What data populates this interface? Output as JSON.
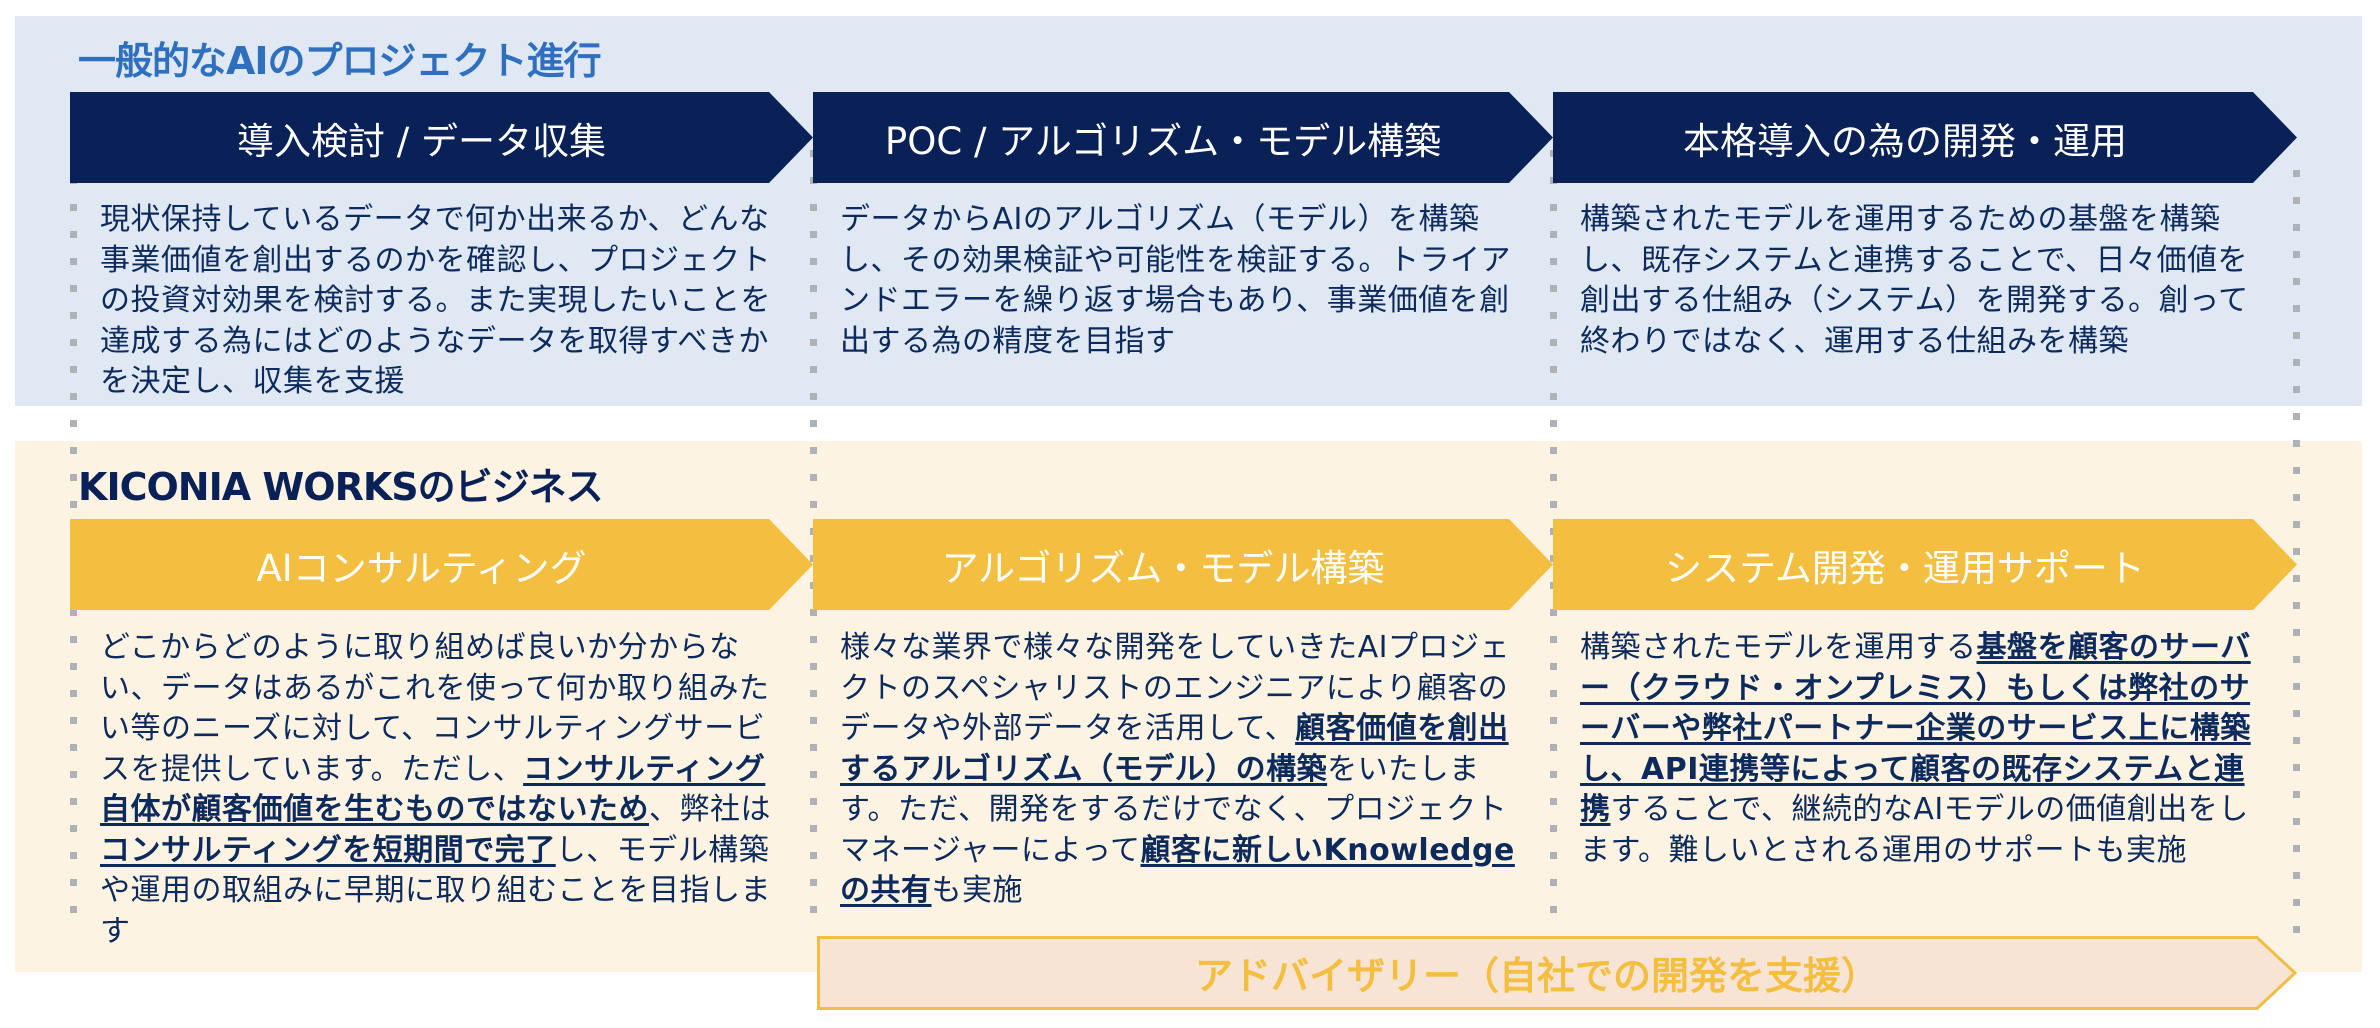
{
  "colors": {
    "navy": "#0a2158",
    "title_blue": "#2f6fbf",
    "band_blue": "#dfe8f3",
    "band_beige": "#fdf3e3",
    "yellow": "#f4bf40",
    "advisory_fill": "#f7e4d5"
  },
  "general": {
    "title": "一般的なAIのプロジェクト進行",
    "steps": [
      {
        "label": "導入検討 / データ収集",
        "description": "現状保持しているデータで何か出来るか、どんな事業価値を創出するのかを確認し、プロジェクトの投資対効果を検討する。また実現したいことを達成する為にはどのようなデータを取得すべきかを決定し、収集を支援"
      },
      {
        "label": "POC / アルゴリズム・モデル構築",
        "description": "データからAIのアルゴリズム（モデル）を構築し、その効果検証や可能性を検証する。トライアンドエラーを繰り返す場合もあり、事業価値を創出する為の精度を目指す"
      },
      {
        "label": "本格導入の為の開発・運用",
        "description": "構築されたモデルを運用するための基盤を構築し、既存システムと連携することで、日々価値を創出する仕組み（システム）を開発する。創って終わりではなく、運用する仕組みを構築"
      }
    ]
  },
  "kiconia": {
    "title": "KICONIA WORKSのビジネス",
    "services": [
      {
        "label": "AIコンサルティング",
        "segments": [
          {
            "text": "どこからどのように取り組めば良いか分からない、データはあるがこれを使って何か取り組みたい等のニーズに対して、コンサルティングサービスを提供しています。ただし、",
            "emphasis": false
          },
          {
            "text": "コンサルティング自体が顧客価値を生むものではないため",
            "emphasis": true
          },
          {
            "text": "、弊社は",
            "emphasis": false
          },
          {
            "text": "コンサルティングを短期間で完了",
            "emphasis": true
          },
          {
            "text": "し、モデル構築や運用の取組みに早期に取り組むことを目指します",
            "emphasis": false
          }
        ]
      },
      {
        "label": "アルゴリズム・モデル構築",
        "segments": [
          {
            "text": "様々な業界で様々な開発をしていきたAIプロジェクトのスペシャリストのエンジニアにより顧客のデータや外部データを活用して、",
            "emphasis": false
          },
          {
            "text": "顧客価値を創出するアルゴリズム（モデル）の構築",
            "emphasis": true
          },
          {
            "text": "をいたします。ただ、開発をするだけでなく、プロジェクトマネージャーによって",
            "emphasis": false
          },
          {
            "text": "顧客に新しいKnowledgeの共有",
            "emphasis": true
          },
          {
            "text": "も実施",
            "emphasis": false
          }
        ]
      },
      {
        "label": "システム開発・運用サポート",
        "segments": [
          {
            "text": "構築されたモデルを運用する",
            "emphasis": false
          },
          {
            "text": "基盤を顧客のサーバー（クラウド・オンプレミス）もしくは弊社のサーバーや弊社パートナー企業のサービス上に構築し、API連携等によって顧客の既存システムと連携",
            "emphasis": true
          },
          {
            "text": "することで、継続的なAIモデルの価値創出をします。難しいとされる運用のサポートも実施",
            "emphasis": false
          }
        ]
      }
    ],
    "advisory": {
      "label": "アドバイザリー（自社での開発を支援）"
    }
  }
}
